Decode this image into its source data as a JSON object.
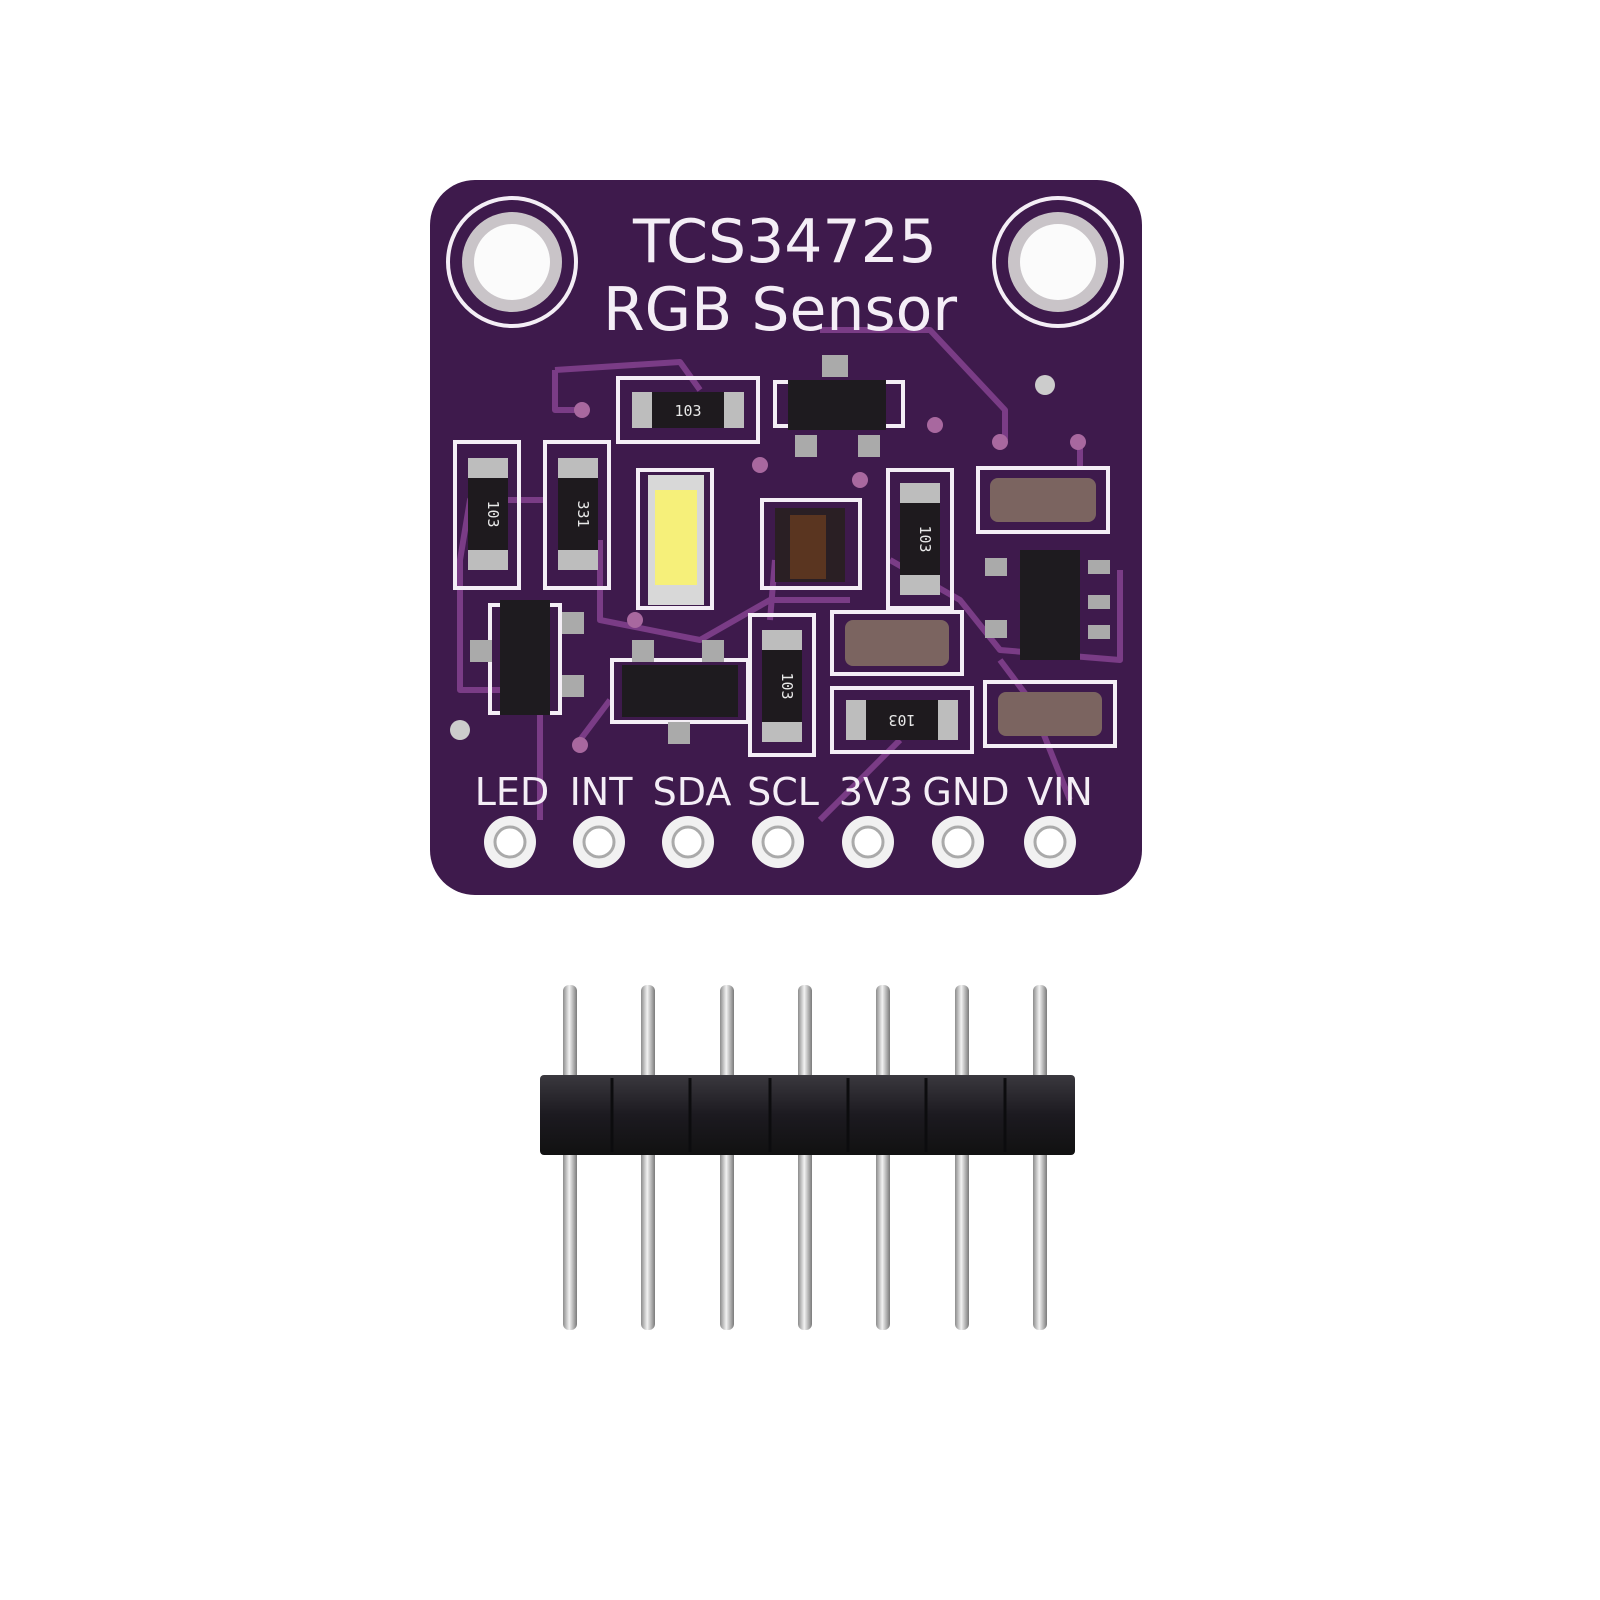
{
  "board": {
    "title": "TCS34725",
    "subtitle": "RGB Sensor",
    "color": "#3e1a4c",
    "pins": [
      "LED",
      "INT",
      "SDA",
      "SCL",
      "3V3",
      "GND",
      "VIN"
    ]
  },
  "components": {
    "r_top": "103",
    "r_left1": "103",
    "r_left2": "331",
    "r_mid": "103",
    "r_low": "103",
    "r_bottom": "103"
  },
  "header": {
    "pin_count": 7,
    "color": "#1c1a20"
  }
}
